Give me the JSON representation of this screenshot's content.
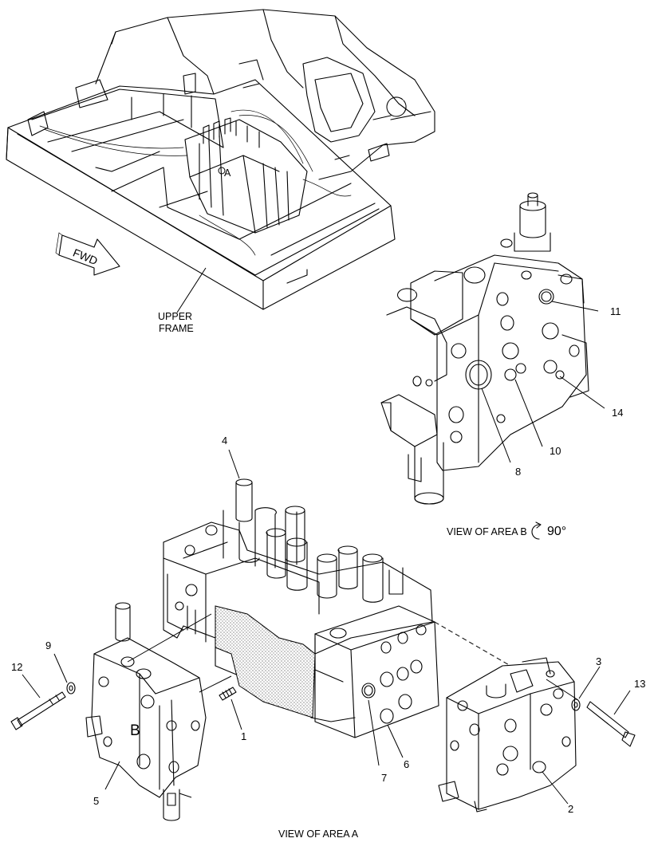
{
  "labels": {
    "fwd": "FWD",
    "area_a_marker": "A",
    "area_b_marker": "B",
    "upper_frame_line1": "UPPER",
    "upper_frame_line2": "FRAME",
    "view_area_b": "VIEW OF AREA  B",
    "rotation": "90°",
    "view_area_a": "VIEW OF AREA  A"
  },
  "callouts": {
    "c1": "1",
    "c2": "2",
    "c3": "3",
    "c4": "4",
    "c5": "5",
    "c6": "6",
    "c7": "7",
    "c8": "8",
    "c9": "9",
    "c10": "10",
    "c11": "11",
    "c12": "12",
    "c13": "13",
    "c14": "14"
  }
}
